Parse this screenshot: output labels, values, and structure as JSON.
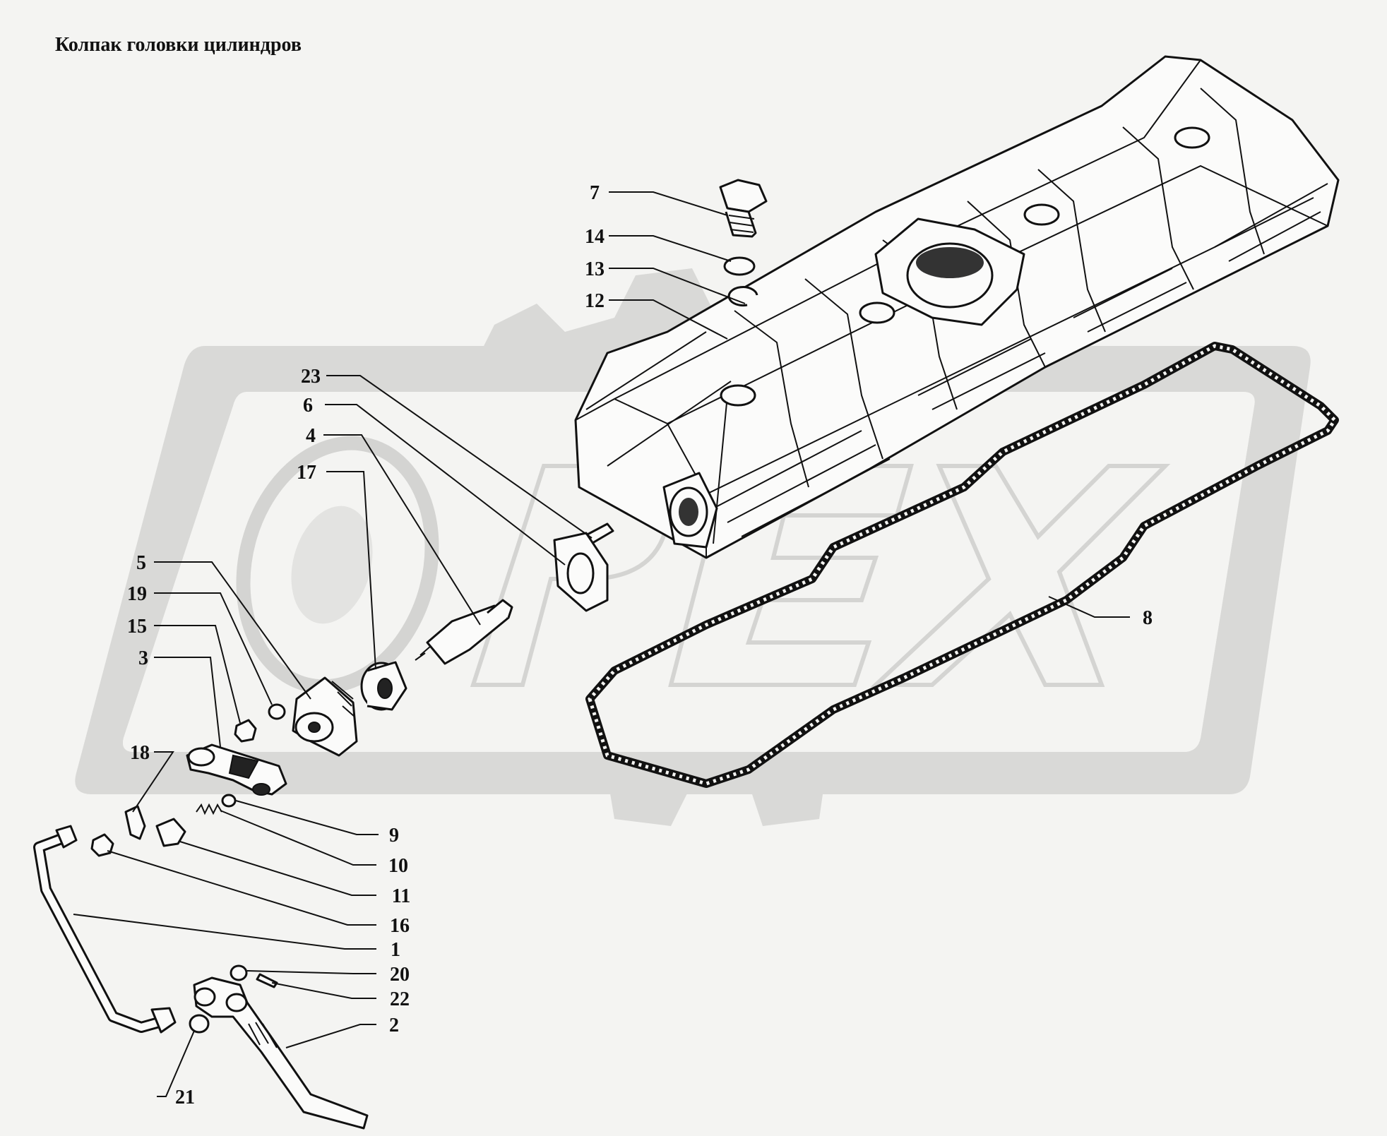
{
  "title": "Колпак головки цилиндров",
  "watermark_text": "OPEX",
  "callouts": [
    {
      "id": "c7",
      "label": "7"
    },
    {
      "id": "c14",
      "label": "14"
    },
    {
      "id": "c13",
      "label": "13"
    },
    {
      "id": "c12",
      "label": "12"
    },
    {
      "id": "c23",
      "label": "23"
    },
    {
      "id": "c6",
      "label": "6"
    },
    {
      "id": "c4",
      "label": "4"
    },
    {
      "id": "c17",
      "label": "17"
    },
    {
      "id": "c5",
      "label": "5"
    },
    {
      "id": "c19",
      "label": "19"
    },
    {
      "id": "c15",
      "label": "15"
    },
    {
      "id": "c3",
      "label": "3"
    },
    {
      "id": "c18",
      "label": "18"
    },
    {
      "id": "c8",
      "label": "8"
    },
    {
      "id": "c9",
      "label": "9"
    },
    {
      "id": "c10",
      "label": "10"
    },
    {
      "id": "c11",
      "label": "11"
    },
    {
      "id": "c16",
      "label": "16"
    },
    {
      "id": "c1",
      "label": "1"
    },
    {
      "id": "c20",
      "label": "20"
    },
    {
      "id": "c22",
      "label": "22"
    },
    {
      "id": "c2",
      "label": "2"
    },
    {
      "id": "c21",
      "label": "21"
    }
  ]
}
